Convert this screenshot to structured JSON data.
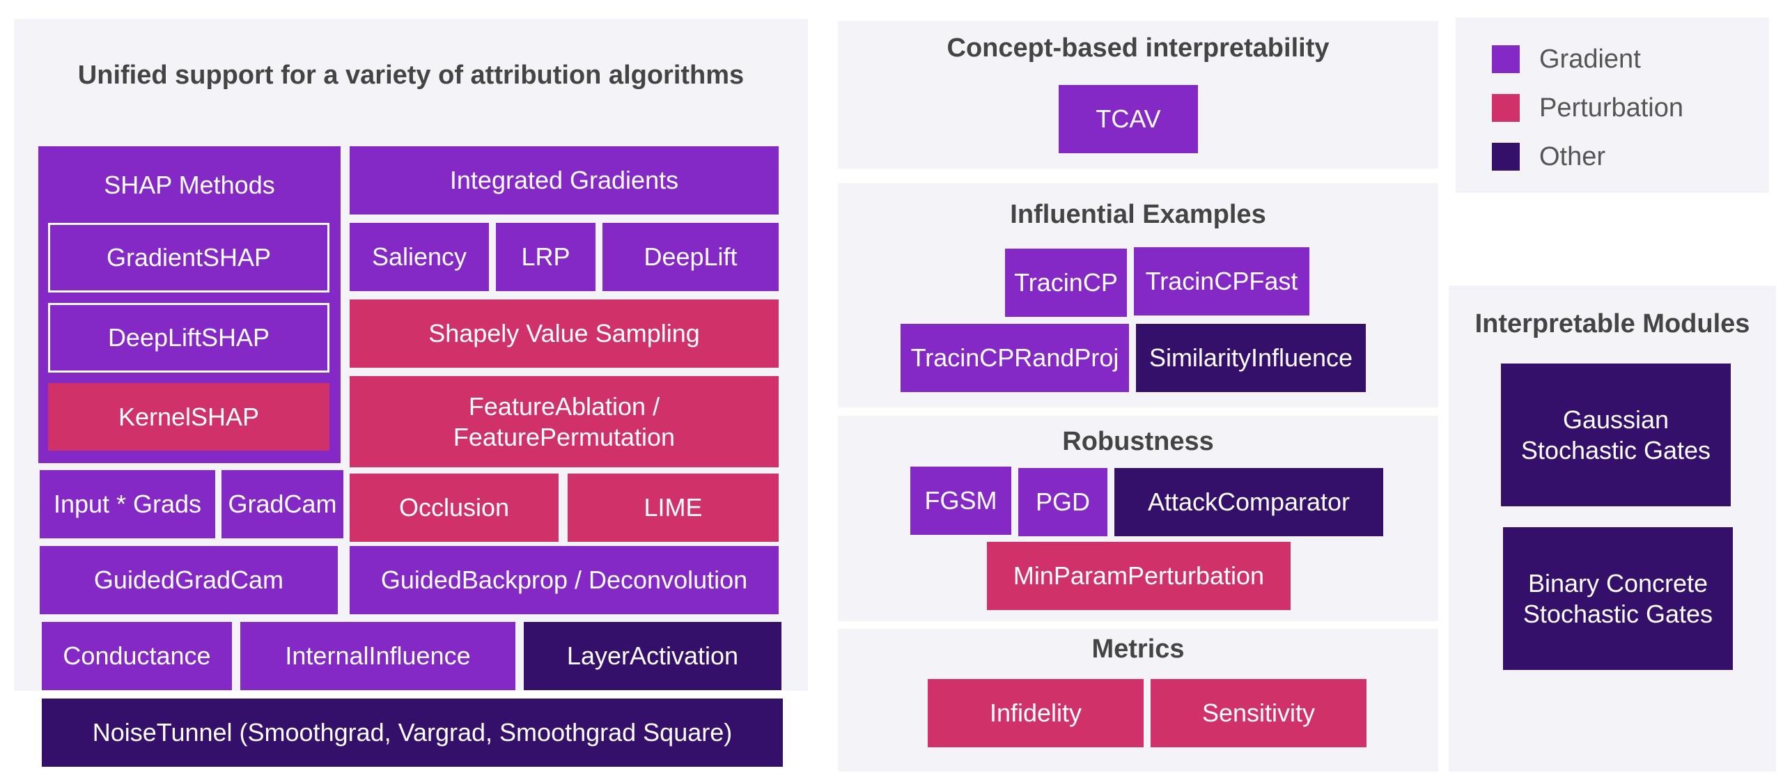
{
  "colors": {
    "gradient": "#8429c6",
    "perturbation": "#cf3168",
    "other": "#35106b",
    "panel": "#f3f3f8"
  },
  "attribution": {
    "title": "Unified support for a variety of attribution algorithms",
    "shap_group": "SHAP Methods",
    "gradient_shap": "GradientSHAP",
    "deeplift_shap": "DeepLiftSHAP",
    "kernel_shap": "KernelSHAP",
    "integrated_gradients": "Integrated Gradients",
    "saliency": "Saliency",
    "lrp": "LRP",
    "deeplift": "DeepLift",
    "shapley_sampling": "Shapely Value Sampling",
    "feature_ablation": "FeatureAblation /",
    "feature_permutation": "FeaturePermutation",
    "input_grads": "Input * Grads",
    "gradcam": "GradCam",
    "occlusion": "Occlusion",
    "lime": "LIME",
    "guided_gradcam": "GuidedGradCam",
    "guided_backprop": "GuidedBackprop / Deconvolution",
    "conductance": "Conductance",
    "internal_influence": "InternalInfluence",
    "layer_activation": "LayerActivation",
    "noise_tunnel": "NoiseTunnel (Smoothgrad, Vargrad, Smoothgrad Square)"
  },
  "concept": {
    "title": "Concept-based interpretability",
    "tcav": "TCAV"
  },
  "influential": {
    "title": "Influential Examples",
    "tracincp": "TracinCP",
    "tracincp_fast": "TracinCPFast",
    "tracincp_randproj": "TracinCPRandProj",
    "similarity_influence": "SimilarityInfluence"
  },
  "robustness": {
    "title": "Robustness",
    "fgsm": "FGSM",
    "pgd": "PGD",
    "attack_comparator": "AttackComparator",
    "min_param_perturbation": "MinParamPerturbation"
  },
  "metrics": {
    "title": "Metrics",
    "infidelity": "Infidelity",
    "sensitivity": "Sensitivity"
  },
  "legend": {
    "gradient": "Gradient",
    "perturbation": "Perturbation",
    "other": "Other"
  },
  "modules": {
    "title": "Interpretable Modules",
    "gaussian_1": "Gaussian",
    "gaussian_2": "Stochastic Gates",
    "binary_1": "Binary Concrete",
    "binary_2": "Stochastic Gates"
  }
}
